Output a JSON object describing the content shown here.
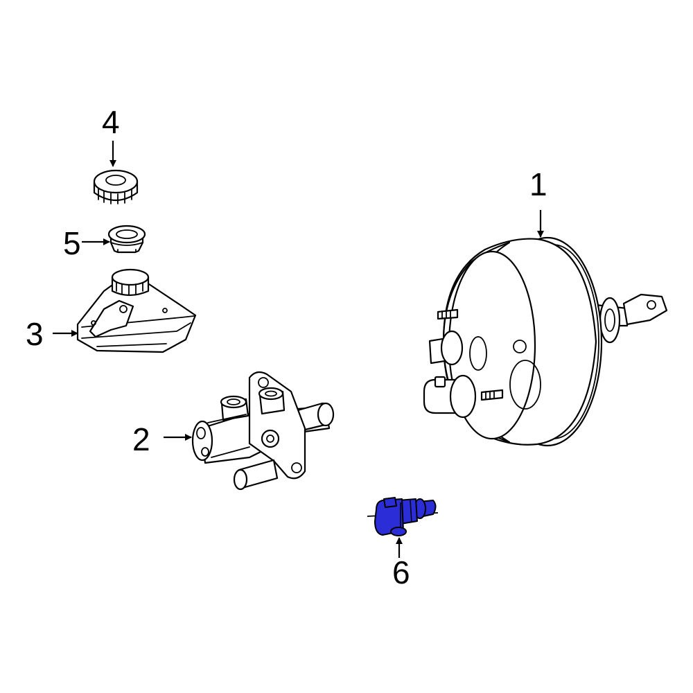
{
  "callouts": {
    "c1": "1",
    "c2": "2",
    "c3": "3",
    "c4": "4",
    "c5": "5",
    "c6": "6"
  },
  "colors": {
    "highlight": "#2b2ed6",
    "line": "#000000",
    "background": "#ffffff"
  }
}
